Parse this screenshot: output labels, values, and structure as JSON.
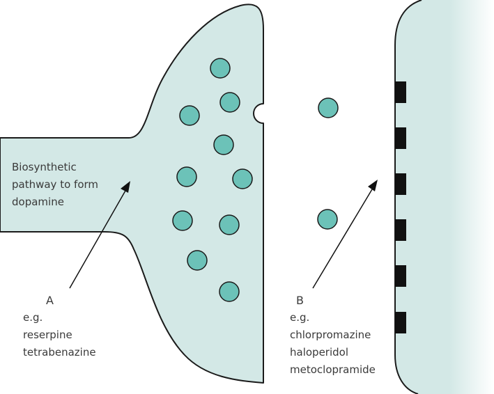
{
  "colors": {
    "terminal_fill": "#d3e8e6",
    "vesicle_fill": "#6cc2b8",
    "outline": "#1a1a1a",
    "receptor": "#111111",
    "gradient_edge": "#ffffff"
  },
  "pathway_label": [
    "Biosynthetic",
    "pathway to form",
    "dopamine"
  ],
  "site_a": {
    "label": "A",
    "examples": [
      "e.g.",
      "reserpine",
      "tetrabenazine"
    ]
  },
  "site_b": {
    "label": "B",
    "examples": [
      "e.g.",
      "chlorpromazine",
      "haloperidol",
      "metoclopramide"
    ]
  }
}
